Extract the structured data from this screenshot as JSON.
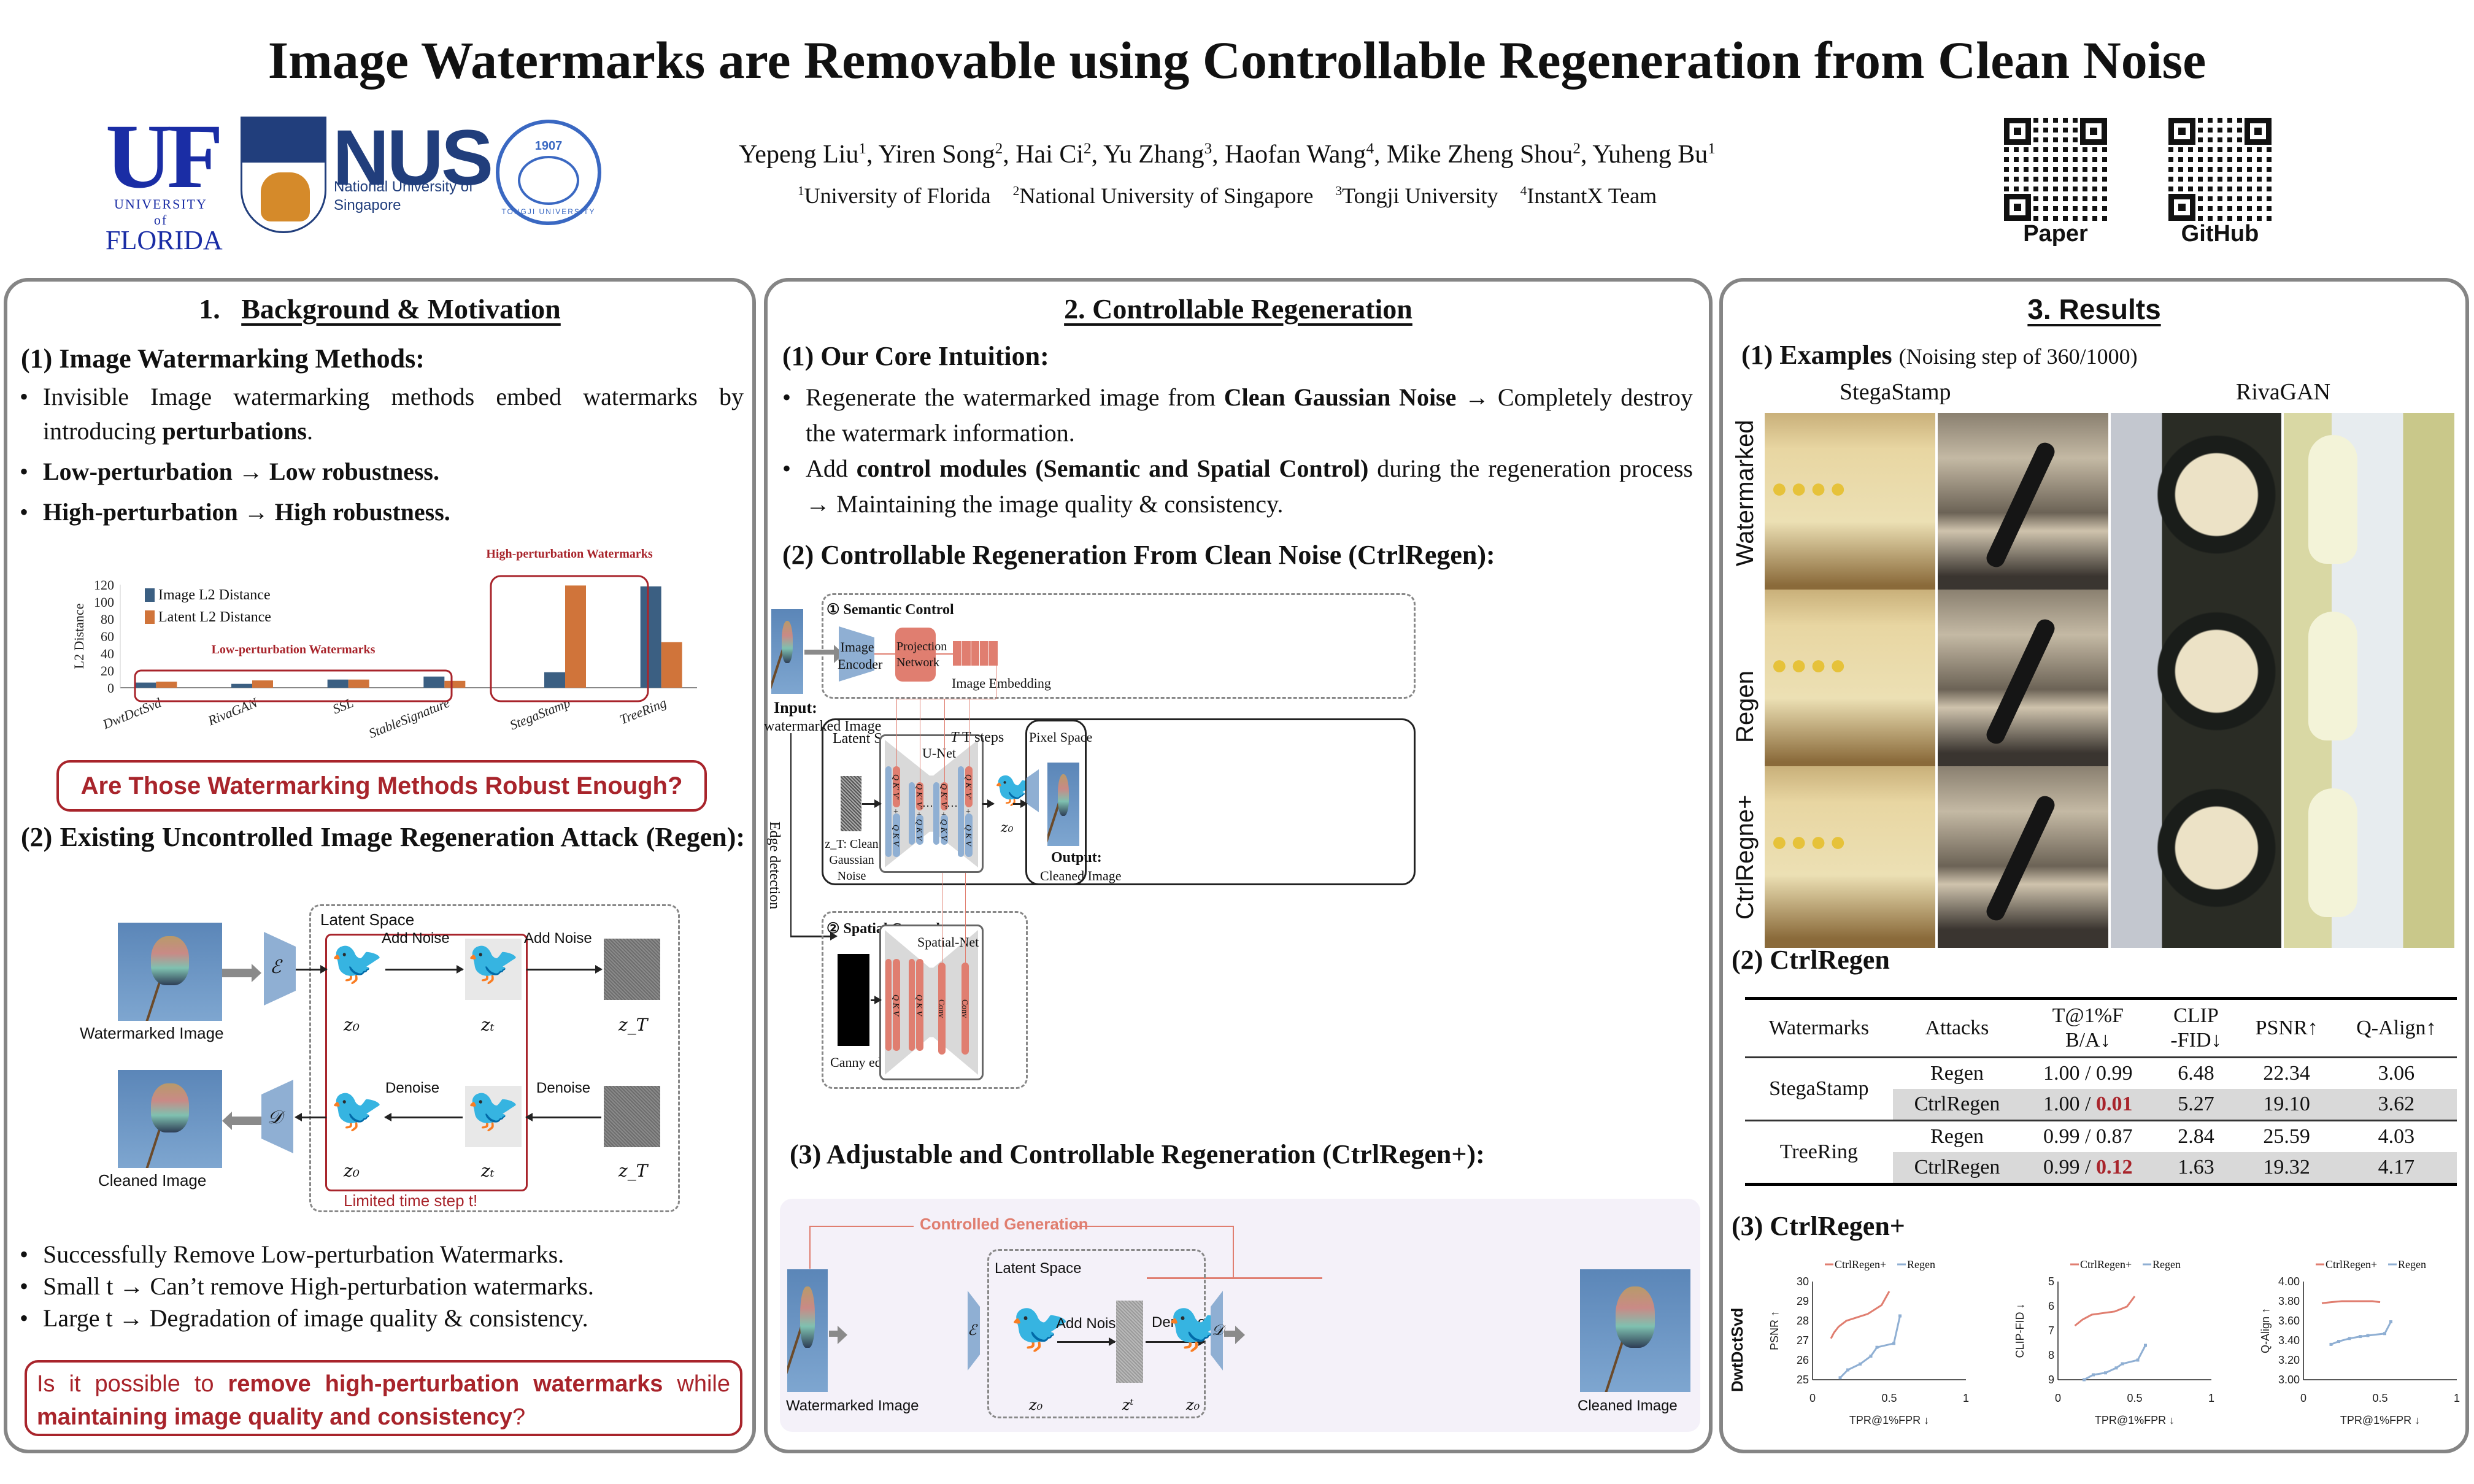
{
  "header": {
    "title": "Image Watermarks are Removable using Controllable Regeneration from Clean Noise",
    "authors": [
      {
        "name": "Yepeng Liu",
        "aff": "1"
      },
      {
        "name": "Yiren Song",
        "aff": "2"
      },
      {
        "name": "Hai Ci",
        "aff": "2"
      },
      {
        "name": "Yu Zhang",
        "aff": "3"
      },
      {
        "name": "Haofan Wang",
        "aff": "4"
      },
      {
        "name": "Mike Zheng Shou",
        "aff": "2"
      },
      {
        "name": "Yuheng Bu",
        "aff": "1"
      }
    ],
    "affiliations": [
      {
        "num": "1",
        "name": "University of Florida"
      },
      {
        "num": "2",
        "name": "National University of Singapore"
      },
      {
        "num": "3",
        "name": "Tongji University"
      },
      {
        "num": "4",
        "name": "InstantX Team"
      }
    ],
    "logos": {
      "uf": {
        "big": "UF",
        "small": "UNIVERSITY of",
        "name": "FLORIDA"
      },
      "nus": {
        "word": "NUS",
        "sub": "National University of Singapore"
      },
      "tongji": {
        "year": "1907",
        "name": "TONGJI UNIVERSITY"
      }
    },
    "qr_codes": [
      {
        "label": "Paper"
      },
      {
        "label": "GitHub"
      }
    ]
  },
  "section1": {
    "number": "1.",
    "title": "Background & Motivation",
    "sub1": "(1) Image Watermarking Methods:",
    "bullets1": [
      {
        "pre": "Invisible Image watermarking methods embed watermarks by introducing ",
        "bold": "perturbations",
        "post": "."
      },
      {
        "text": "Low-perturbation  →  Low robustness."
      },
      {
        "text": "High-perturbation →  High robustness."
      }
    ],
    "low_group_label": "Low-perturbation Watermarks",
    "high_group_label": "High-perturbation Watermarks",
    "question1": "Are Those Watermarking Methods Robust Enough?",
    "sub2": "(2) Existing Uncontrolled Image Regeneration Attack (Regen):",
    "diagram": {
      "latent_space": "Latent Space",
      "watermarked": "Watermarked Image",
      "cleaned": "Cleaned Image",
      "add_noise": "Add Noise",
      "denoise": "Denoise",
      "encoder": "ℰ",
      "decoder": "𝒟",
      "z0": "z₀",
      "zt": "zₜ",
      "zT": "z_T",
      "limited": "Limited time step t!"
    },
    "bullets2": [
      "Successfully Remove Low-perturbation Watermarks.",
      "Small t → Can’t remove High-perturbation watermarks.",
      "Large t → Degradation of image quality & consistency."
    ],
    "question2": {
      "p1": "Is it possible to ",
      "b1": "remove high-perturbation watermarks",
      "p2": " while ",
      "b2": "maintaining image quality and consistency",
      "p3": "?"
    }
  },
  "chart_data": [
    {
      "type": "bar",
      "title": "",
      "xlabel": "",
      "ylabel": "L2 Distance",
      "ylim": [
        0,
        120
      ],
      "yticks": [
        0,
        20,
        40,
        60,
        80,
        100,
        120
      ],
      "categories": [
        "DwtDctSvd",
        "RivaGAN",
        "SSL",
        "StableSignature",
        "StegaStamp",
        "TreeRing"
      ],
      "series": [
        {
          "name": "Image L2 Distance",
          "color": "#3b5f82",
          "values": [
            6,
            4.5,
            9.5,
            13,
            18,
            118
          ]
        },
        {
          "name": "Latent L2 Distance",
          "color": "#d0743a",
          "values": [
            7,
            8.5,
            9.5,
            8,
            119,
            53
          ]
        }
      ],
      "legend": "top-left",
      "annotations": [
        "Low-perturbation Watermarks",
        "High-perturbation Watermarks"
      ],
      "grid": false
    },
    {
      "type": "line",
      "row_label": "DwtDctSvd",
      "xlabel": "TPR@1%FPR ↓",
      "ylabel": "PSNR ↑",
      "xlim": [
        0,
        1
      ],
      "xticks": [
        "0",
        "0.5",
        "1"
      ],
      "ylim": [
        25,
        30
      ],
      "yticks": [
        "25",
        "26",
        "27",
        "28",
        "29",
        "30"
      ],
      "invert_y": false,
      "legend": "top",
      "series": [
        {
          "name": "CtrlRegen+",
          "color": "#e07e70",
          "x": [
            0.12,
            0.14,
            0.17,
            0.22,
            0.28,
            0.36,
            0.45,
            0.5
          ],
          "y": [
            27.1,
            27.4,
            27.7,
            28.0,
            28.15,
            28.35,
            28.8,
            29.5
          ]
        },
        {
          "name": "Regen",
          "color": "#8fafd3",
          "x": [
            0.18,
            0.23,
            0.31,
            0.38,
            0.42,
            0.53,
            0.57
          ],
          "y": [
            25.1,
            25.5,
            25.8,
            26.2,
            26.65,
            26.85,
            28.25
          ]
        }
      ]
    },
    {
      "type": "line",
      "xlabel": "TPR@1%FPR ↓",
      "ylabel": "CLIP-FID ↓",
      "xlim": [
        0,
        1
      ],
      "xticks": [
        "0",
        "0.5",
        "1"
      ],
      "ylim": [
        5,
        9
      ],
      "yticks": [
        "5",
        "6",
        "7",
        "8",
        "9"
      ],
      "invert_y": true,
      "legend": "top",
      "series": [
        {
          "name": "CtrlRegen+",
          "color": "#e07e70",
          "x": [
            0.11,
            0.16,
            0.22,
            0.3,
            0.37,
            0.45,
            0.5
          ],
          "y": [
            6.8,
            6.55,
            6.35,
            6.28,
            6.22,
            6.02,
            5.6
          ]
        },
        {
          "name": "Regen",
          "color": "#8fafd3",
          "x": [
            0.17,
            0.23,
            0.31,
            0.38,
            0.42,
            0.52,
            0.57
          ],
          "y": [
            9.0,
            8.8,
            8.72,
            8.52,
            8.35,
            8.2,
            7.6
          ]
        }
      ]
    },
    {
      "type": "line",
      "xlabel": "TPR@1%FPR ↓",
      "ylabel": "Q-Align ↑",
      "xlim": [
        0,
        1
      ],
      "xticks": [
        "0",
        "0.5",
        "1"
      ],
      "ylim": [
        3.0,
        4.0
      ],
      "yticks": [
        "3.00",
        "3.20",
        "3.40",
        "3.60",
        "3.80",
        "4.00"
      ],
      "invert_y": false,
      "legend": "top",
      "series": [
        {
          "name": "CtrlRegen+",
          "color": "#e07e70",
          "x": [
            0.12,
            0.18,
            0.25,
            0.32,
            0.38,
            0.45,
            0.5
          ],
          "y": [
            3.78,
            3.79,
            3.8,
            3.8,
            3.8,
            3.8,
            3.79
          ]
        },
        {
          "name": "Regen",
          "color": "#8fafd3",
          "x": [
            0.18,
            0.23,
            0.3,
            0.37,
            0.42,
            0.53,
            0.57
          ],
          "y": [
            3.36,
            3.39,
            3.42,
            3.44,
            3.45,
            3.47,
            3.59
          ]
        }
      ]
    }
  ],
  "section2": {
    "title": "2. Controllable Regeneration",
    "sub1": "(1) Our Core Intuition:",
    "bullets": [
      {
        "pre": "Regenerate the watermarked image from ",
        "bold": "Clean Gaussian Noise",
        "post": " → Completely destroy the watermark information."
      },
      {
        "pre": "Add ",
        "bold": "control modules (Semantic and Spatial Control)",
        "post": " during the regeneration process → Maintaining the image quality & consistency."
      }
    ],
    "sub2": "(2) Controllable Regeneration From Clean Noise (CtrlRegen):",
    "diagram": {
      "input_label": "Input:",
      "input_sub": "watermarked Image",
      "semantic_control": "① Semantic Control",
      "image_encoder": "Image Encoder",
      "projection_network": "Projection Network",
      "image_embedding": "Image Embedding",
      "latent_space": "Latent Space",
      "unet": "U-Net",
      "t_steps": "T steps",
      "pixel_space": "Pixel Space",
      "noise_label": "z_T: Clean Gaussian Noise",
      "z0": "z₀",
      "decoder": "𝒟",
      "output_label": "Output:",
      "output_sub": "Cleaned Image",
      "edge_detection": "Edge detection",
      "spatial_control": "② Spatial Control",
      "spatial_net": "Spatial-Net",
      "canny": "Canny edges Image",
      "qkv_prime": "Q K' V'",
      "qkv": "Q K V",
      "conv": "Conv",
      "plus": "+",
      "ellipsis": "…"
    },
    "sub3": "(3) Adjustable and Controllable Regeneration (CtrlRegen+):",
    "diagram3": {
      "controlled_generation": "Controlled Generation",
      "latent_space": "Latent Space",
      "add_noise": "Add Noise",
      "denoise": "Denoise",
      "watermarked": "Watermarked Image",
      "cleaned": "Cleaned Image",
      "encoder": "ℰ",
      "decoder": "𝒟",
      "z0": "z₀",
      "zt": "zᵗ"
    }
  },
  "section3": {
    "title": "3. Results",
    "sub1": "(1) Examples",
    "sub1_note": "(Noising step of 360/1000)",
    "col_groups": [
      "StegaStamp",
      "RivaGAN"
    ],
    "row_labels": [
      "Watermarked",
      "Regen",
      "CtrlRegne+"
    ],
    "sub2": "(2) CtrlRegen",
    "table": {
      "headers": [
        "Watermarks",
        "Attacks",
        "T@1%F B/A↓",
        "CLIP -FID↓",
        "PSNR↑",
        "Q-Align↑"
      ],
      "groups": [
        {
          "watermark": "StegaStamp",
          "rows": [
            {
              "attack": "Regen",
              "tpr_b": "1.00",
              "tpr_a": "0.99",
              "clip_fid": "6.48",
              "psnr": "22.34",
              "qalign": "3.06",
              "highlight": false
            },
            {
              "attack": "CtrlRegen",
              "tpr_b": "1.00",
              "tpr_a": "0.01",
              "clip_fid": "5.27",
              "psnr": "19.10",
              "qalign": "3.62",
              "highlight": true
            }
          ]
        },
        {
          "watermark": "TreeRing",
          "rows": [
            {
              "attack": "Regen",
              "tpr_b": "0.99",
              "tpr_a": "0.87",
              "clip_fid": "2.84",
              "psnr": "25.59",
              "qalign": "4.03",
              "highlight": false
            },
            {
              "attack": "CtrlRegen",
              "tpr_b": "0.99",
              "tpr_a": "0.12",
              "clip_fid": "1.63",
              "psnr": "19.32",
              "qalign": "4.17",
              "highlight": true
            }
          ]
        }
      ]
    },
    "sub3": "(3) CtrlRegen+"
  },
  "colors": {
    "accent_red": "#a8242b",
    "salmon": "#e07e70",
    "steel_blue": "#8fafd3",
    "panel_border": "#858585"
  }
}
